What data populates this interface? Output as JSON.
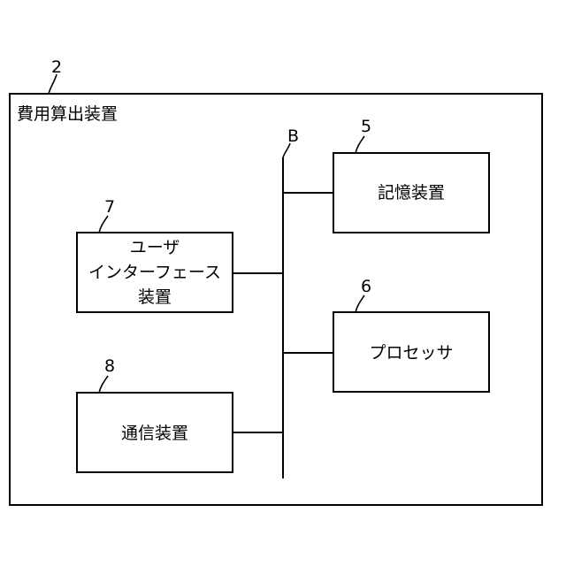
{
  "diagram": {
    "outer": {
      "ref": "2",
      "title": "費用算出装置"
    },
    "bus": {
      "ref": "B"
    },
    "blocks": {
      "storage": {
        "ref": "5",
        "label": "記憶装置"
      },
      "processor": {
        "ref": "6",
        "label": "プロセッサ"
      },
      "user_interface": {
        "ref": "7",
        "label_lines": [
          "ユーザ",
          "インターフェース",
          "装置"
        ]
      },
      "communication": {
        "ref": "8",
        "label": "通信装置"
      }
    }
  }
}
